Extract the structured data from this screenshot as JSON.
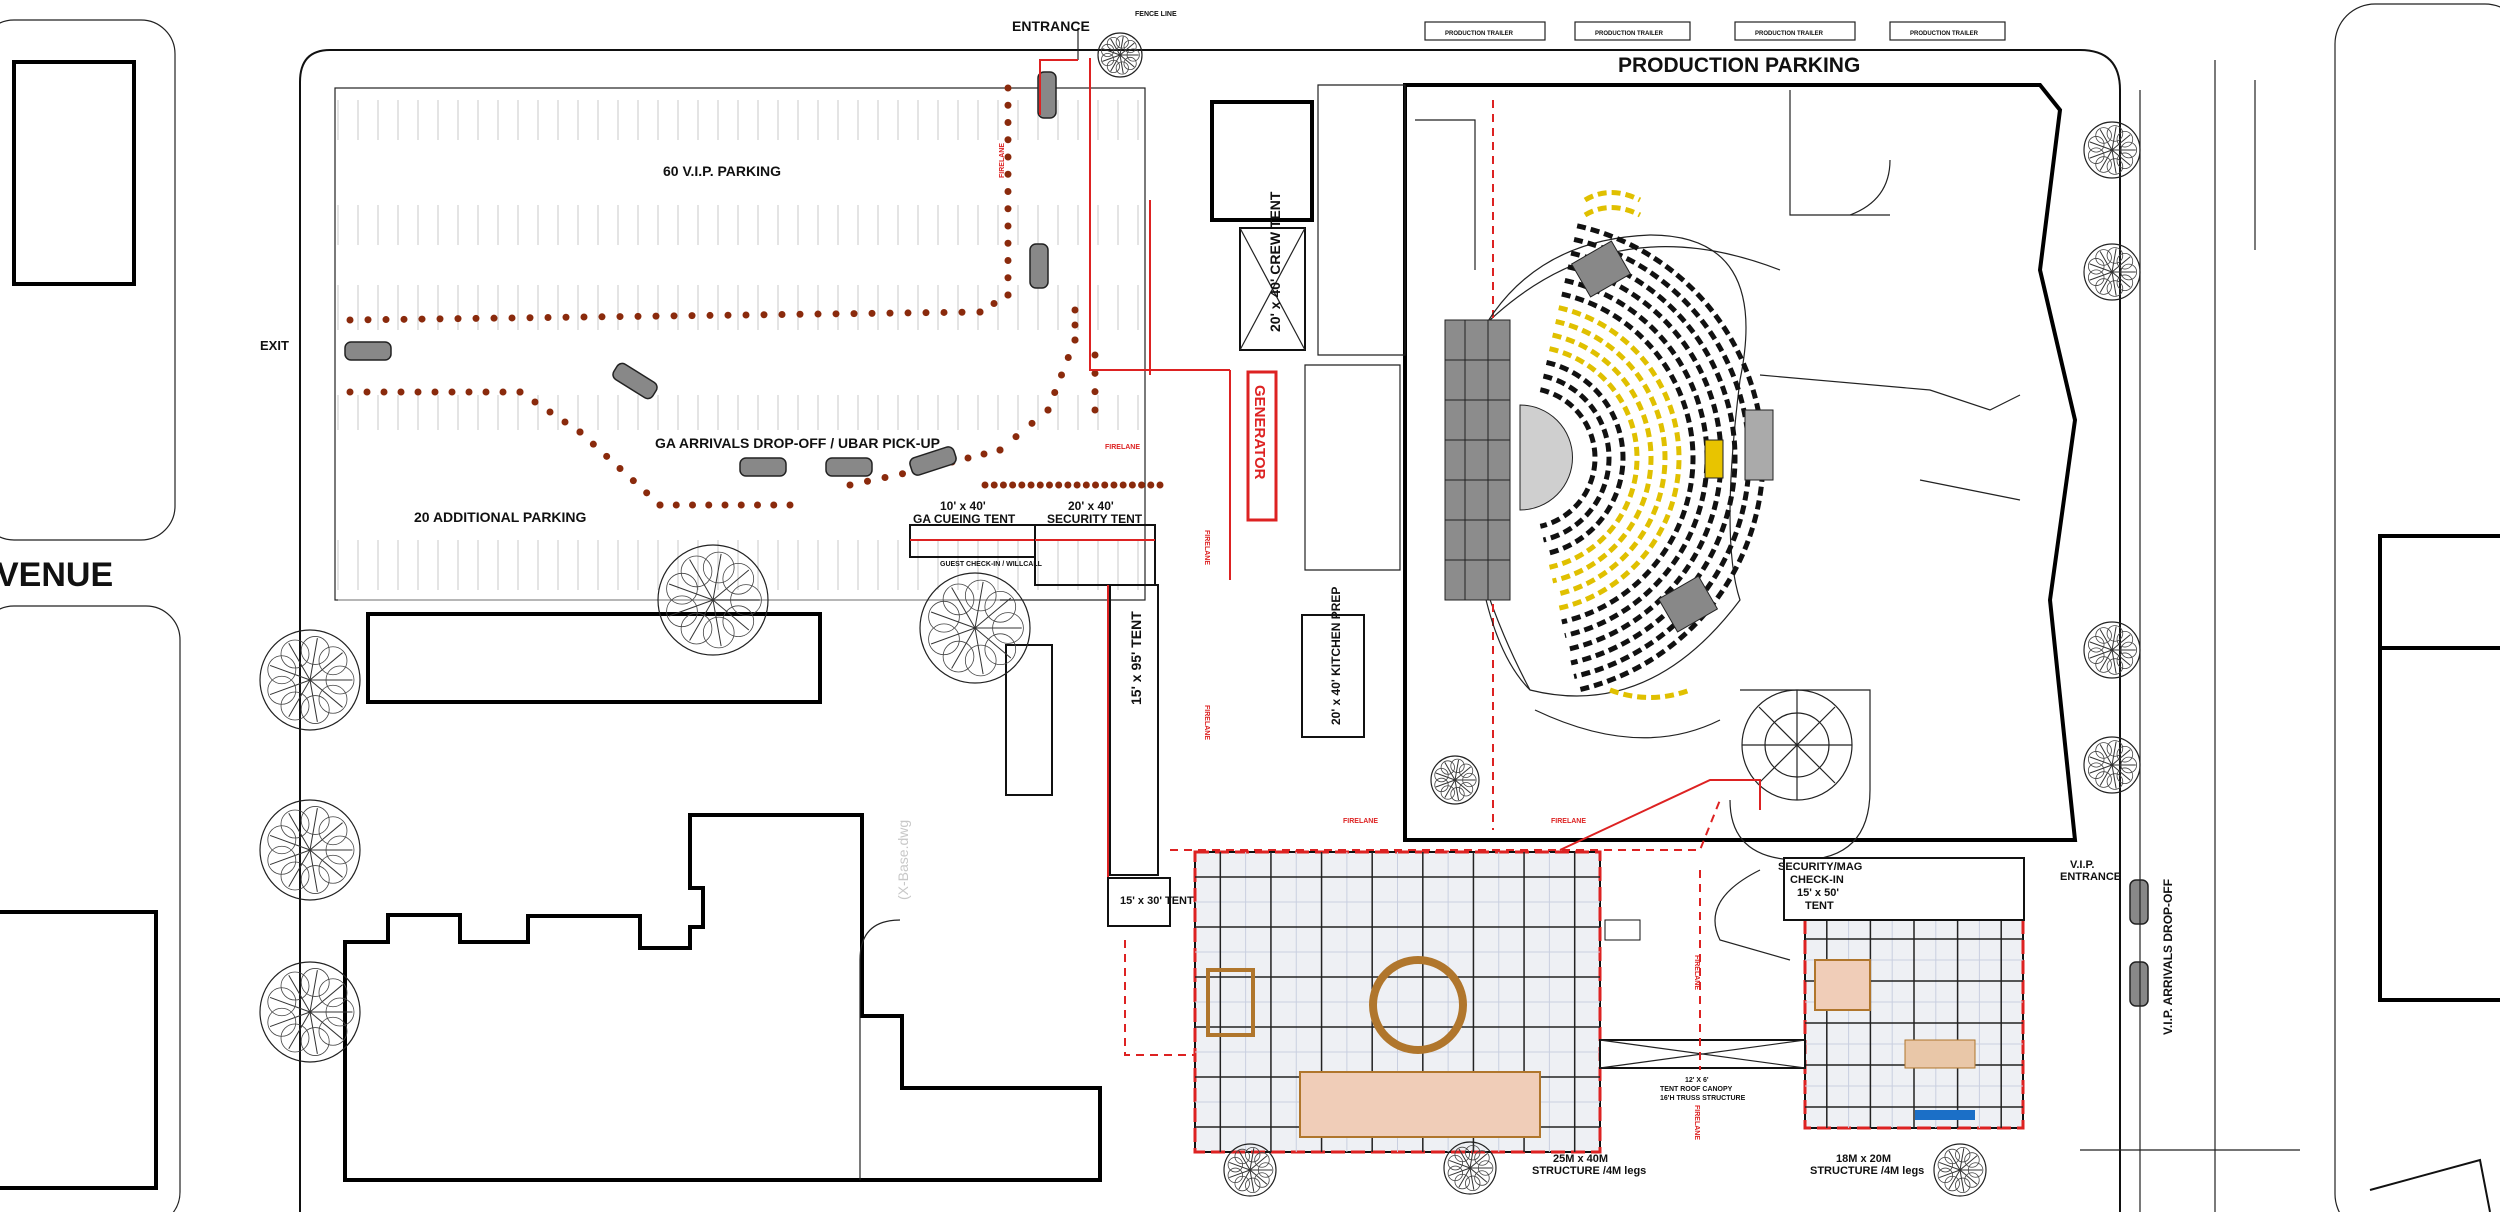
{
  "labels": {
    "entrance": "ENTRANCE",
    "fence_line": "FENCE LINE",
    "production_parking": "PRODUCTION PARKING",
    "production_trailer": "PRODUCTION TRAILER",
    "exit": "EXIT",
    "avenue": "VENUE",
    "vip_parking": "60 V.I.P. PARKING",
    "ga_arrivals": "GA ARRIVALS DROP-OFF / UBAR PICK-UP",
    "additional_parking": "20 ADDITIONAL PARKING",
    "ga_cueing_tent_size": "10' x 40'",
    "ga_cueing_tent": "GA CUEING TENT",
    "guest_checkin": "GUEST CHECK-IN / WILLCALL",
    "security_tent_size": "20' x 40'",
    "security_tent": "SECURITY TENT",
    "crew_tent": "20' x 40' CREW TENT",
    "generator": "GENERATOR",
    "kitchen_prep": "20' x 40' KITCHEN PREP",
    "tent_15x95": "15' x 95' TENT",
    "tent_15x30": "15' x 30' TENT",
    "fire_lane": "FIRELANE",
    "security_mag_checkin_1": "SECURITY/MAG",
    "security_mag_checkin_2": "CHECK-IN",
    "security_mag_tent_size": "15' x 50'",
    "security_mag_tent": "TENT",
    "vip_entrance_1": "V.I.P.",
    "vip_entrance_2": "ENTRANCE",
    "vip_dropoff": "V.I.P. ARRIVALS DROP-OFF",
    "canopy_1": "12' X 6'",
    "canopy_2": "TENT ROOF CANOPY",
    "canopy_3": "16'H TRUSS STRUCTURE",
    "structure_large_1": "25M x 40M",
    "structure_large_2": "STRUCTURE /4M legs",
    "structure_small_1": "18M x 20M",
    "structure_small_2": "STRUCTURE /4M legs",
    "watermark": "(X-Base.dwg"
  },
  "colors": {
    "fire_lane": "#d22222",
    "cones": "#8a2a0c",
    "seating_highlight": "#e0c000"
  }
}
